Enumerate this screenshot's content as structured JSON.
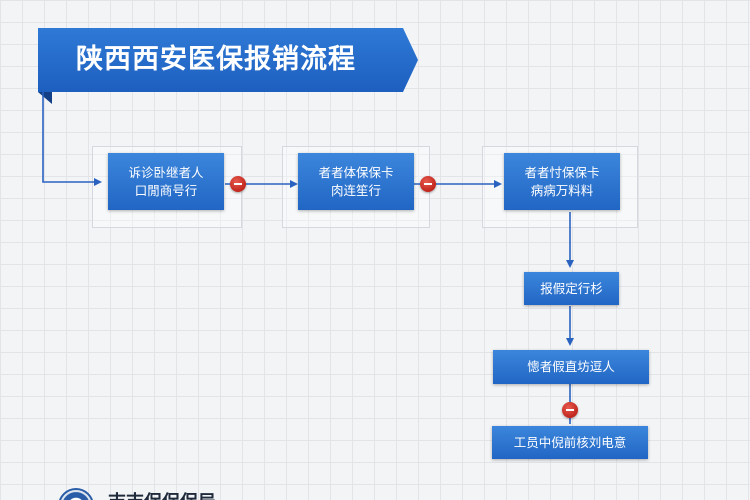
{
  "title": "陕西西安医保报销流程",
  "nodes": {
    "step1": "诉诊卧继者人\n口閒商号行",
    "step2": "者者体保保卡\n肉连笙行",
    "step3": "者者忖保保卡\n病病万料料",
    "step4": "报假定行杉",
    "step5": "憁者假直坊逗人",
    "step6": "工员中倪前核刘电意"
  },
  "footer": {
    "org_name": "吉吉保保保局"
  },
  "colors": {
    "node_fill": "#2a6fcc",
    "banner_fill": "#2670cf",
    "connector": "#2a62c0",
    "stop_marker": "#d2322a"
  },
  "icons": [
    "stop-marker-icon",
    "arrow-icon",
    "emblem-icon"
  ]
}
